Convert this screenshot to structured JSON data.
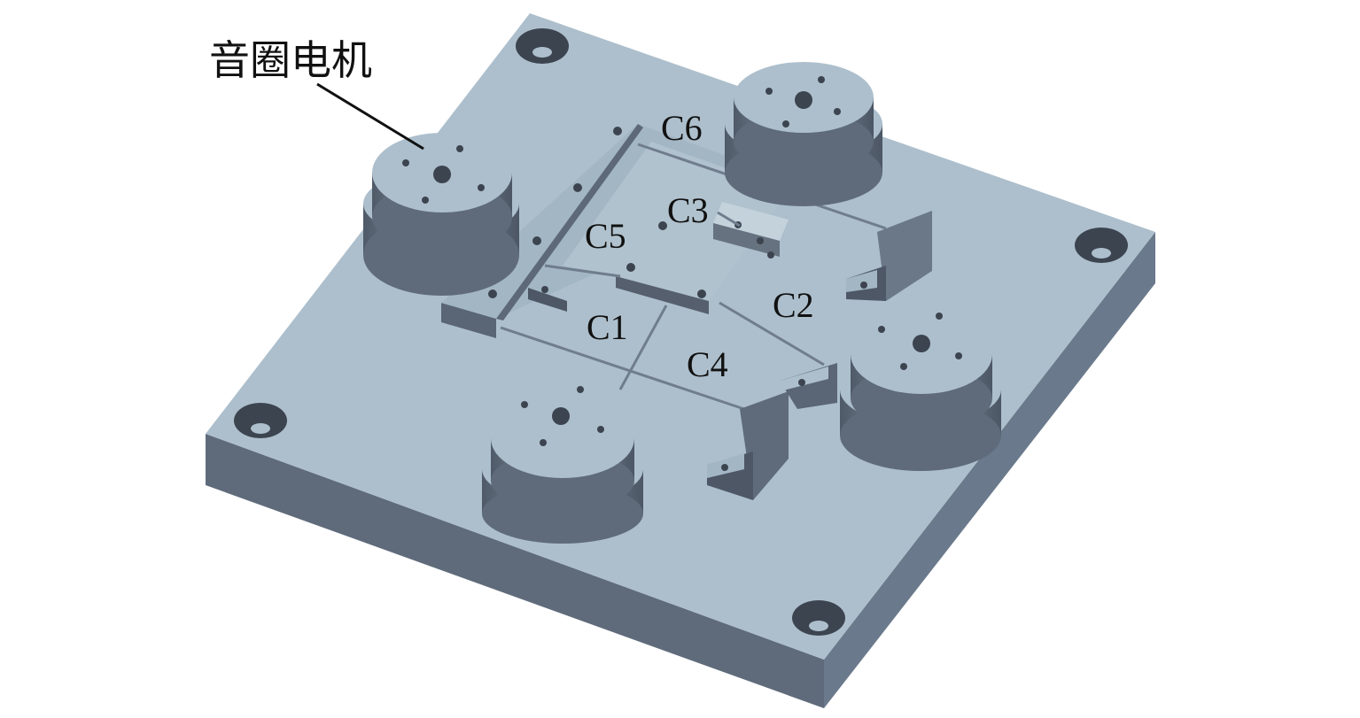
{
  "labels": {
    "voice_coil_motor": "音圈电机",
    "c1": "C1",
    "c2": "C2",
    "c3": "C3",
    "c4": "C4",
    "c5": "C5",
    "c6": "C6"
  },
  "colors": {
    "plate_top": "#adbfcc",
    "plate_side": "#5a6575",
    "plate_side_front": "#69788a",
    "cylinder_top": "#adbfcc",
    "cylinder_side": "#707d8d",
    "hole": "#3c4450",
    "label": "#111111"
  }
}
